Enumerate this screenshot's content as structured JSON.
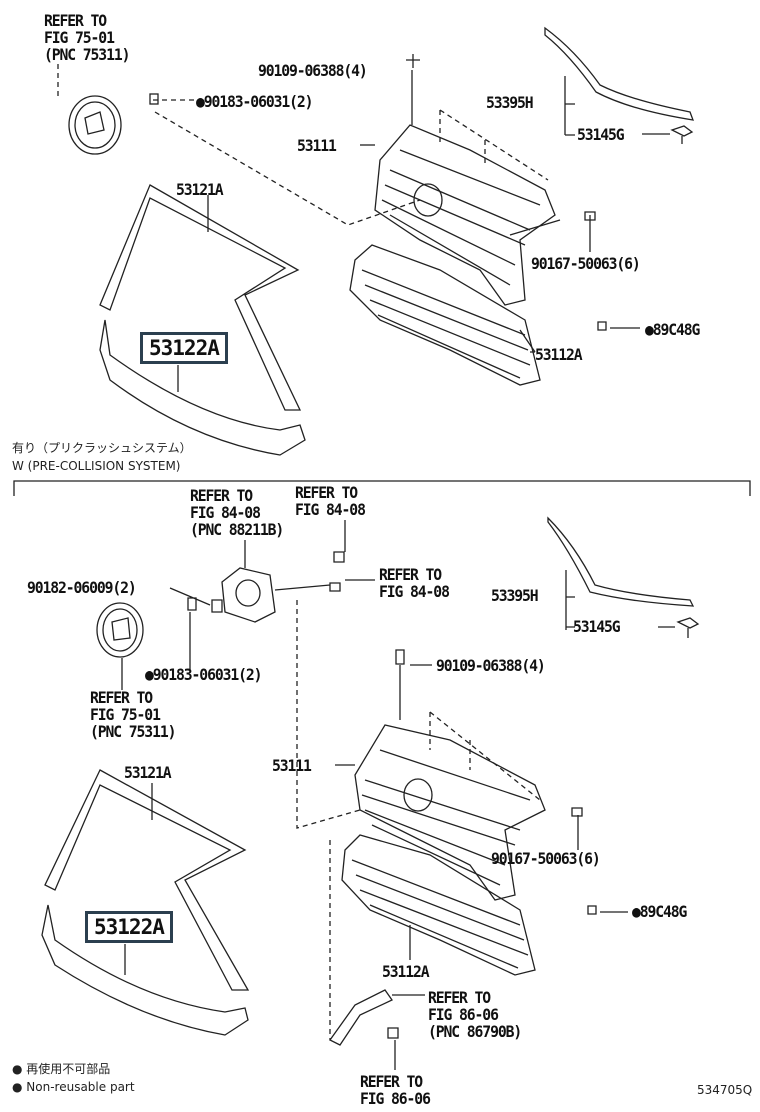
{
  "top_section": {
    "refer_emblem": [
      "REFER TO",
      "FIG 75-01",
      "(PNC 75311)"
    ],
    "bolt": "90109-06388(4)",
    "clip_emblem": "●90183-06031(2)",
    "molding_upper": "53395H",
    "grille": "53111",
    "clip_molding": "53145G",
    "molding_frame": "53121A",
    "nut": "90167-50063(6)",
    "molding_lower": "53122A",
    "clip_lower": "●89C48G",
    "grille_lower": "53112A",
    "caption_jp": "有り（プリクラッシュシステム）",
    "caption_en": "W (PRE-COLLISION SYSTEM)"
  },
  "bottom_section": {
    "refer_sensor": [
      "REFER TO",
      "FIG 84-08",
      "(PNC 88211B)"
    ],
    "refer_a": [
      "REFER TO",
      "FIG 84-08"
    ],
    "refer_b": [
      "REFER TO",
      "FIG 84-08"
    ],
    "screw": "90182-06009(2)",
    "molding_upper": "53395H",
    "clip_molding": "53145G",
    "clip_emblem": "●90183-06031(2)",
    "bolt": "90109-06388(4)",
    "refer_emblem": [
      "REFER TO",
      "FIG 75-01",
      "(PNC 75311)"
    ],
    "grille": "53111",
    "molding_frame": "53121A",
    "nut": "90167-50063(6)",
    "clip_lower": "●89C48G",
    "molding_lower": "53122A",
    "grille_lower": "53112A",
    "refer_camera": [
      "REFER TO",
      "FIG 86-06",
      "(PNC 86790B)"
    ],
    "refer_bottom": [
      "REFER TO",
      "FIG 86-06"
    ]
  },
  "legend": {
    "jp": "● 再使用不可部品",
    "en": "● Non-reusable part"
  },
  "figure_id": "534705Q"
}
